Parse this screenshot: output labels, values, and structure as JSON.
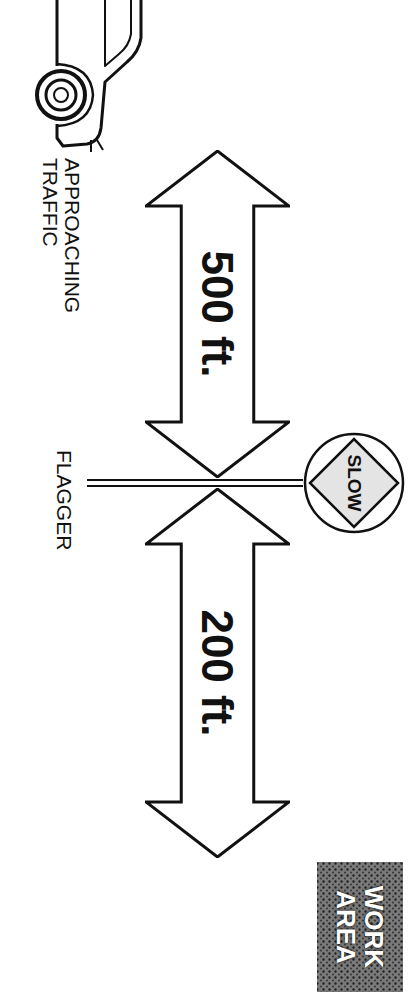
{
  "diagram": {
    "nodes": [
      {
        "text": [
          "500 ft."
        ]
      },
      {
        "text": [
          "SLOW"
        ]
      },
      {
        "text": [
          "200 ft."
        ]
      },
      {
        "text": [
          "WORK AREA"
        ]
      }
    ],
    "labels": [
      "APPROACHING TRAFFIC",
      "FLAGGER"
    ]
  }
}
